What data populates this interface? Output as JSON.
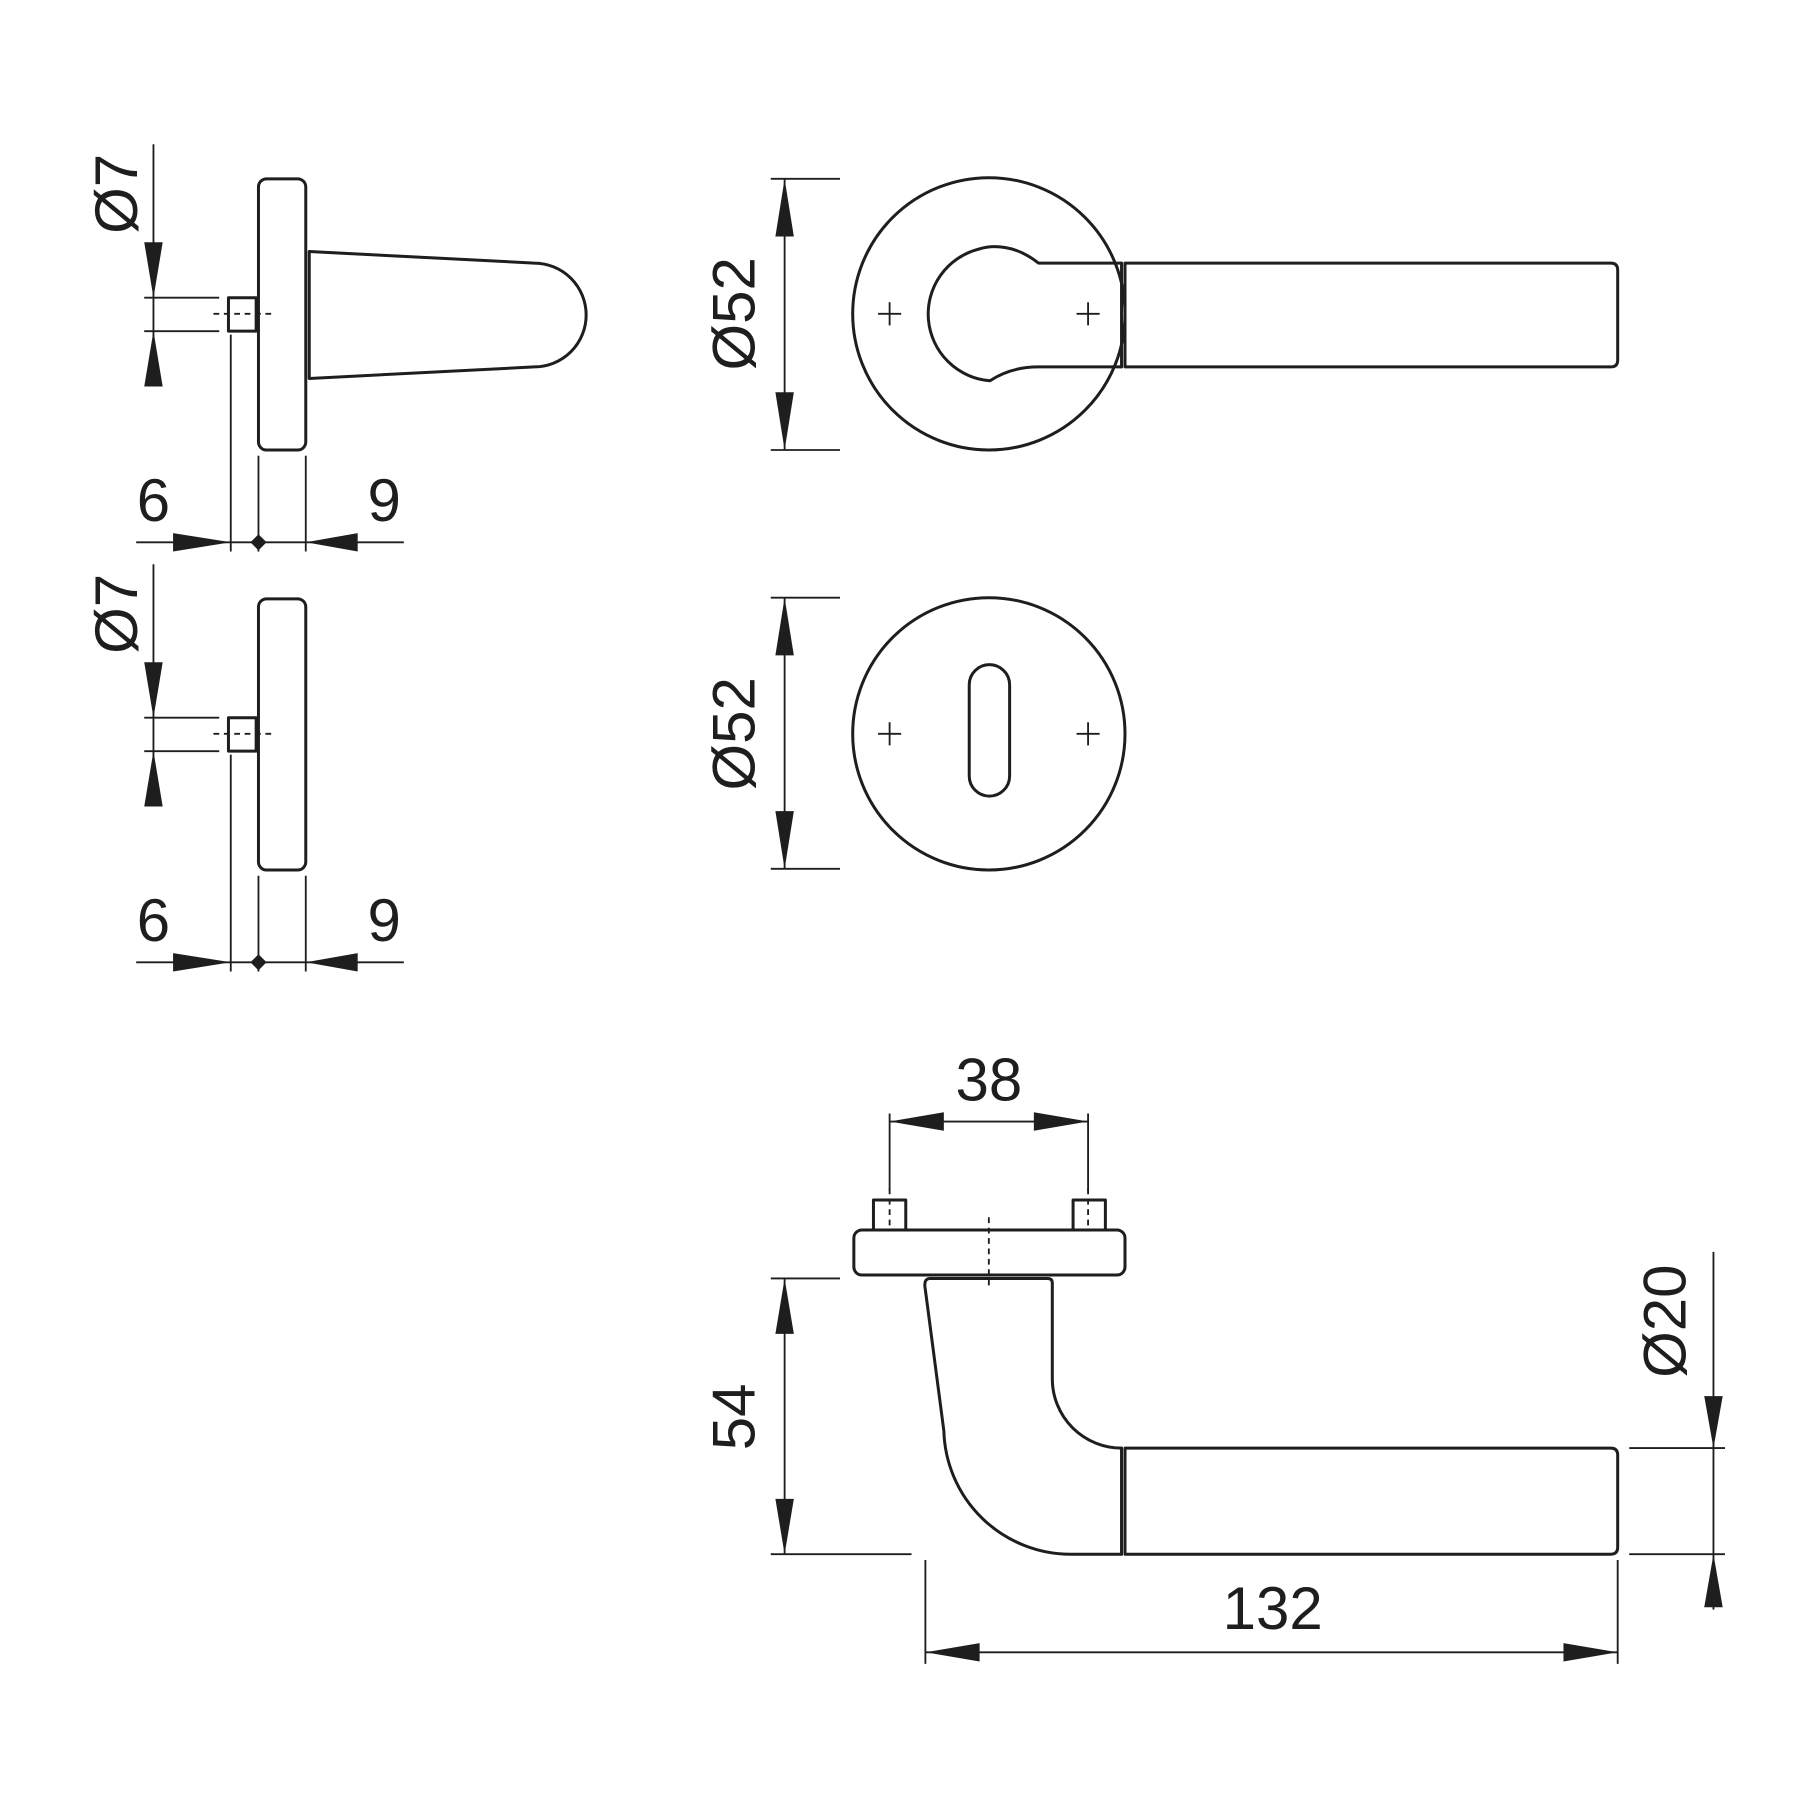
{
  "rose_side": {
    "dia_spindle": "Ø7",
    "left": "6",
    "right": "9"
  },
  "escutcheon_side": {
    "dia_spindle": "Ø7",
    "left": "6",
    "right": "9"
  },
  "rose_front": {
    "diameter": "Ø52"
  },
  "escutcheon_front": {
    "diameter": "Ø52"
  },
  "handle_top": {
    "screw_spacing": "38",
    "projection": "54",
    "length": "132",
    "grip_diameter": "Ø20"
  },
  "colors": {
    "ink": "#1e1e1e",
    "background": "#ffffff"
  }
}
